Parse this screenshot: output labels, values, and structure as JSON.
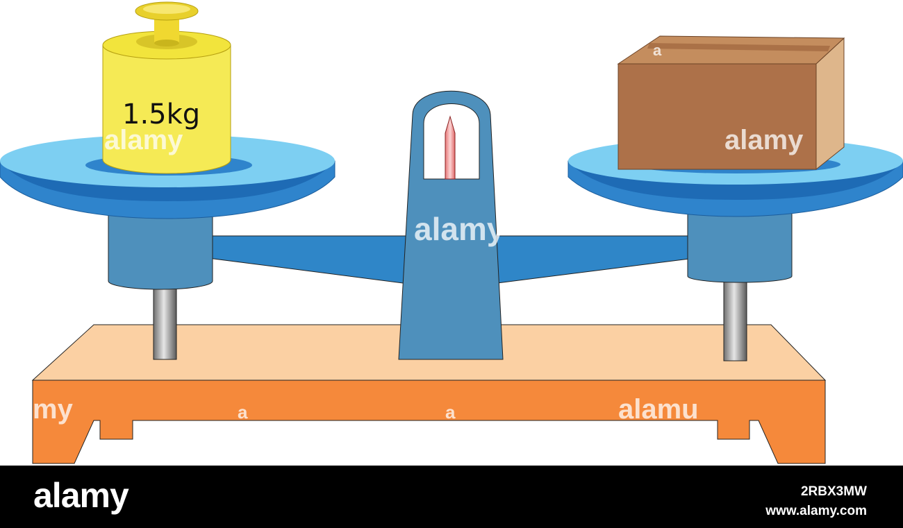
{
  "scene": {
    "weight_label": "1.5kg",
    "colors": {
      "pan_top": "#7dcff2",
      "pan_body": "#2f84cc",
      "pan_dark": "#1e6bb5",
      "column": "#4e90bc",
      "beam": "#2f86c8",
      "base_top": "#fbd0a3",
      "base_front": "#f5893b",
      "weight_yellow": "#f5ea55",
      "box_front": "#ad7149",
      "box_side": "#deb68b",
      "needle": "#f2a0a0"
    }
  },
  "watermarks": {
    "word": "alamy",
    "word_alt": "alamu",
    "word_cut": "my",
    "letter": "a"
  },
  "footer": {
    "brand": "alamy",
    "image_id": "2RBX3MW",
    "site": "www.alamy.com"
  }
}
